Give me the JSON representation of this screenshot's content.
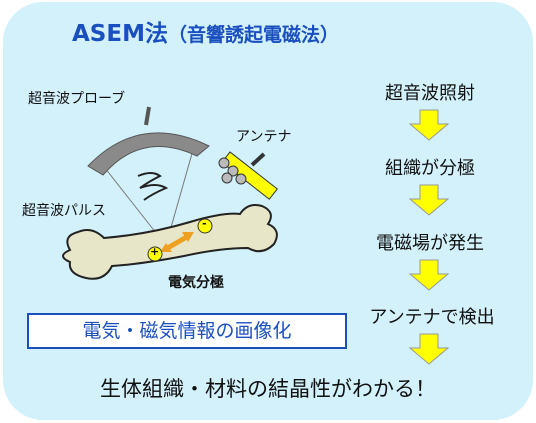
{
  "title": {
    "main": "ASEM法",
    "sub": "（音響誘起電磁法）"
  },
  "labels": {
    "probe": "超音波プローブ",
    "antenna": "アンテナ",
    "pulse": "超音波パルス",
    "polarization": "電気分極",
    "plus": "+",
    "minus": "-"
  },
  "flow": [
    "超音波照射",
    "組織が分極",
    "電磁場が発生",
    "アンテナで検出"
  ],
  "imaging_label": "電気・磁気情報の画像化",
  "conclusion": "生体組織・材料の結晶性がわかる！",
  "colors": {
    "title": "#1a4fc0",
    "background": "#d3f1fb",
    "arrow": "#ffff00",
    "bone": "#e8e6c8"
  }
}
